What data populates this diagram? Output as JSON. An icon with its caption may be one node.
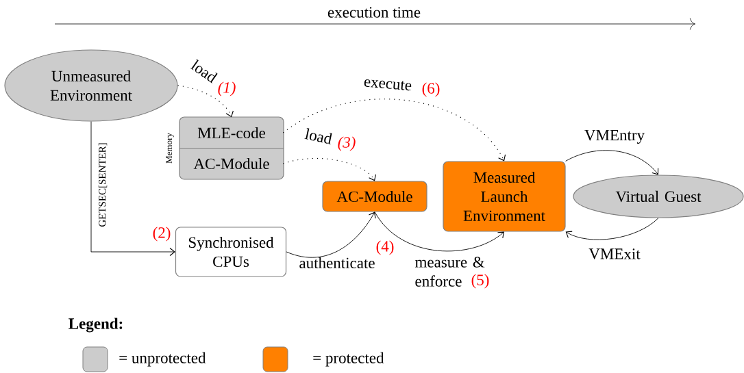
{
  "diagram": {
    "nodes": [
      {
        "text": [
          "Unmeasured Environment"
        ]
      },
      {
        "text": [
          "Memory"
        ]
      },
      {
        "text": [
          "MLE-code"
        ],
        "in": 1
      },
      {
        "text": [
          "AC-Module"
        ],
        "in": 1
      },
      {
        "text": [
          "AC-Module"
        ]
      },
      {
        "text": [
          "Synchronised CPUs"
        ]
      },
      {
        "text": [
          "Measured Launch Environment"
        ]
      },
      {
        "text": [
          "Virtual Guest"
        ]
      }
    ],
    "edges": [
      {
        "from": 0,
        "to": 2,
        "arrow": "to",
        "label": "load",
        "style": "dashed"
      },
      {
        "from": 0,
        "to": 5,
        "arrow": "to",
        "label": "GETSEC[SENTER]"
      },
      {
        "from": 3,
        "to": 4,
        "arrow": "to",
        "label": "load",
        "style": "dashed"
      },
      {
        "from": 2,
        "to": 6,
        "arrow": "to",
        "label": "execute",
        "style": "dashed"
      },
      {
        "from": 5,
        "to": 4,
        "arrow": "to",
        "label": "authenticate"
      },
      {
        "from": 4,
        "to": 6,
        "arrow": "to",
        "label": "measure & enforce"
      },
      {
        "from": 6,
        "to": 7,
        "arrow": "to",
        "label": "VMEntry"
      },
      {
        "from": 7,
        "to": 6,
        "arrow": "to",
        "label": "VMExit"
      }
    ],
    "labels": [
      "execution time",
      "(1)",
      "(6)",
      "(3)",
      "(2)",
      "(4)",
      "(5)",
      "Legend:"
    ],
    "legend": [
      {
        "text": "= unprotected",
        "color": "#cccccc"
      },
      {
        "text": "= protected",
        "color": "#ff8000"
      }
    ]
  }
}
